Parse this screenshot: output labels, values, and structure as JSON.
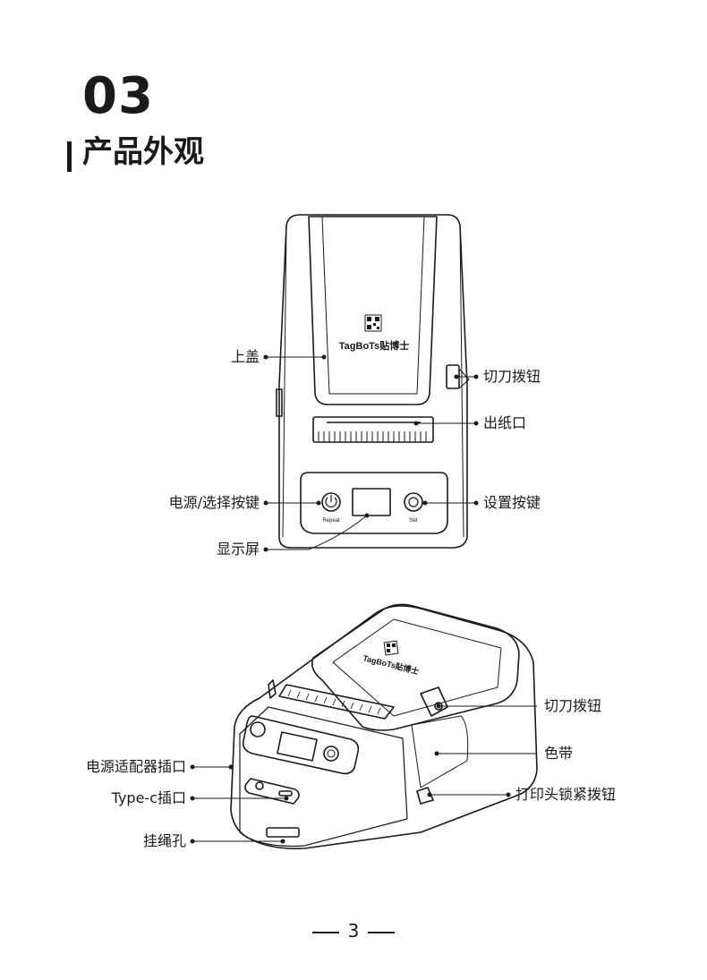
{
  "section": {
    "number": "03",
    "title": "产品外观"
  },
  "front_view": {
    "brand": "TagBoTs贴博士",
    "button_left_caption": "Repeat",
    "button_right_caption": "Set",
    "labels": {
      "top_cover": "上盖",
      "cutter_lever": "切刀拨钮",
      "paper_outlet": "出纸口",
      "power_button": "电源/选择按键",
      "settings_button": "设置按键",
      "display": "显示屏"
    }
  },
  "perspective_view": {
    "brand": "TagBoTs贴博士",
    "labels": {
      "cutter_lever": "切刀拨钮",
      "ribbon": "色带",
      "power_adapter_port": "电源适配器插口",
      "print_head_lock": "打印头锁紧拨钮",
      "type_c_port": "Type-c插口",
      "lanyard_hole": "挂绳孔"
    }
  },
  "page": {
    "number": "3"
  }
}
